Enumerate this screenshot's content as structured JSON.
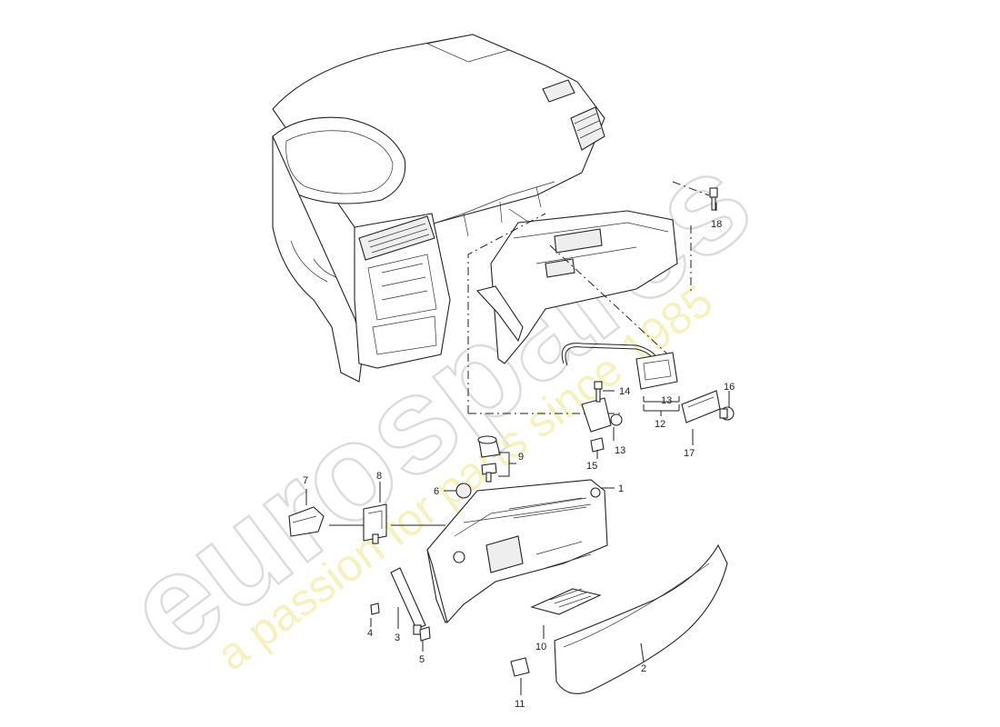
{
  "watermark": {
    "brand": "eurospares",
    "tagline": "a passion for parts since 1985"
  },
  "callouts": {
    "c1": "1",
    "c2": "2",
    "c3": "3",
    "c4": "4",
    "c5": "5",
    "c6": "6",
    "c7": "7",
    "c8": "8",
    "c9": "9",
    "c10": "10",
    "c11": "11",
    "c12": "12",
    "c13a": "13",
    "c13b": "13",
    "c14": "14",
    "c15": "15",
    "c16": "16",
    "c17": "17",
    "c18": "18"
  }
}
